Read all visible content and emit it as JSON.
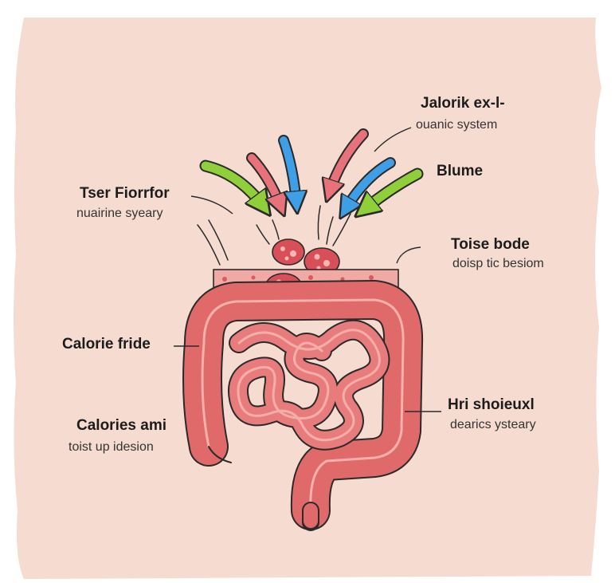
{
  "colors": {
    "background": "#f6dbd0",
    "intestine": "#e06a6a",
    "intestine_dark": "#b8474c",
    "intestine_light": "#f09c98",
    "arrow_green": "#8fcf3a",
    "arrow_blue": "#3f9fe6",
    "arrow_red": "#e8727a",
    "line": "#2a2a2a"
  },
  "labels": [
    {
      "id": "top-right",
      "title": "Jalorik ex-l-",
      "subtitle": "ouanic system"
    },
    {
      "id": "right-upper",
      "title": "Blume",
      "subtitle": ""
    },
    {
      "id": "left-upper",
      "title": "Tser Fiorrfor",
      "subtitle": "nuairine syeary"
    },
    {
      "id": "right-middle",
      "title": "Toise bode",
      "subtitle": "doisp tic besiom"
    },
    {
      "id": "left-middle",
      "title": "Calorie fride",
      "subtitle": ""
    },
    {
      "id": "left-lower",
      "title": "Calories ami",
      "subtitle": "toist up idesion"
    },
    {
      "id": "right-lower",
      "title": "Hri shoieuxl",
      "subtitle": "dearics ysteary"
    }
  ],
  "icons": [
    "green-arrow-icon",
    "blue-arrow-icon",
    "red-arrow-icon",
    "food-particle-icon"
  ]
}
